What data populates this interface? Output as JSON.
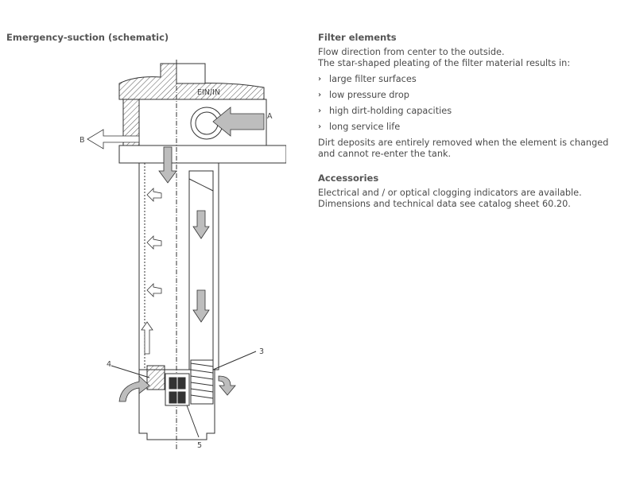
{
  "left": {
    "title": "Emergency-suction (schematic)",
    "diagram": {
      "labels": {
        "a": "A",
        "b": "B",
        "n3": "3",
        "n4": "4",
        "n5": "5"
      },
      "cap_text": "EIN/IN",
      "colors": {
        "line": "#333333",
        "arrow_fill": "#bdbdbd",
        "hatch": "#555555"
      }
    }
  },
  "right": {
    "filter_heading": "Filter elements",
    "filter_line1": "Flow direction from center to the outside.",
    "filter_line2": "The star-shaped pleating of the filter material results in:",
    "bullets": [
      "large filter surfaces",
      "low pressure drop",
      "high dirt-holding capacities",
      "long service life"
    ],
    "bullet_glyph": "›",
    "dirt_text": "Dirt deposits are entirely removed when the element is changed and cannot re-enter the tank.",
    "accessories_heading": "Accessories",
    "acc_line1": "Electrical and / or optical clogging indicators are available.",
    "acc_line2": "Dimensions and technical data see catalog sheet 60.20."
  }
}
